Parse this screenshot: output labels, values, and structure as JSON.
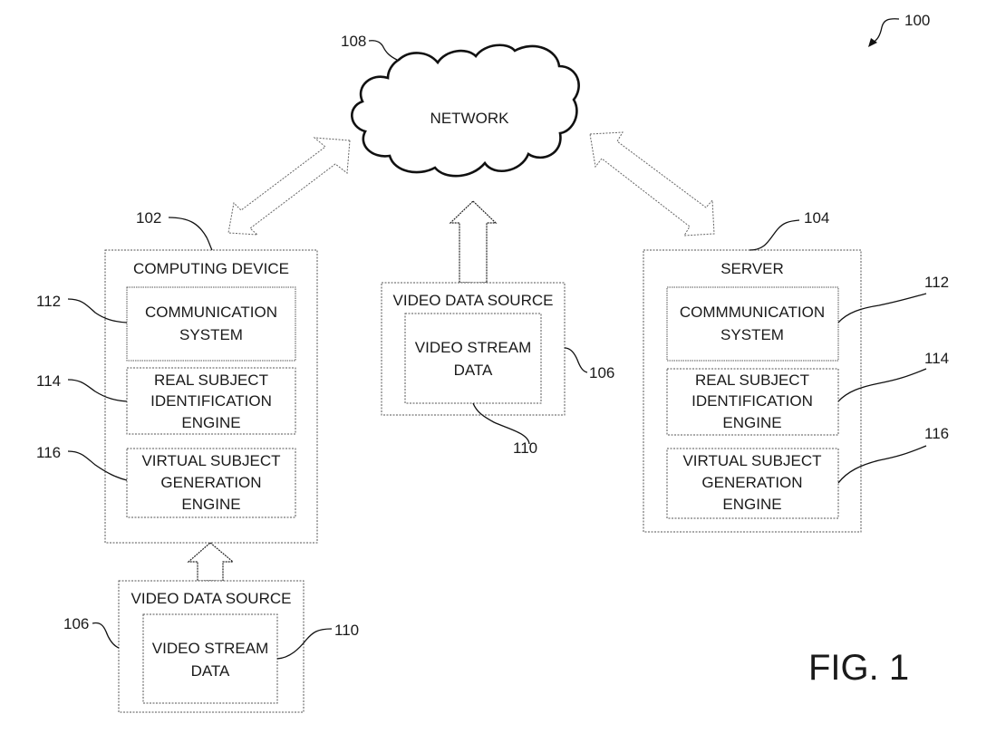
{
  "figure": {
    "ref": "100",
    "label": "FIG. 1"
  },
  "network": {
    "ref": "108",
    "label": "NETWORK"
  },
  "computing_device": {
    "ref": "102",
    "title": "COMPUTING DEVICE",
    "components": [
      {
        "ref": "112",
        "lines": [
          "COMMUNICATION",
          "SYSTEM"
        ]
      },
      {
        "ref": "114",
        "lines": [
          "REAL SUBJECT",
          "IDENTIFICATION",
          "ENGINE"
        ]
      },
      {
        "ref": "116",
        "lines": [
          "VIRTUAL SUBJECT",
          "GENERATION",
          "ENGINE"
        ]
      }
    ]
  },
  "server": {
    "ref": "104",
    "title": "SERVER",
    "components": [
      {
        "ref": "112",
        "lines": [
          "COMMMUNICATION",
          "SYSTEM"
        ]
      },
      {
        "ref": "114",
        "lines": [
          "REAL SUBJECT",
          "IDENTIFICATION",
          "ENGINE"
        ]
      },
      {
        "ref": "116",
        "lines": [
          "VIRTUAL SUBJECT",
          "GENERATION",
          "ENGINE"
        ]
      }
    ]
  },
  "video_source_center": {
    "ref": "106",
    "title": "VIDEO DATA SOURCE",
    "stream": {
      "ref": "110",
      "lines": [
        "VIDEO STREAM",
        "DATA"
      ]
    }
  },
  "video_source_bottom": {
    "ref": "106",
    "title": "VIDEO DATA SOURCE",
    "stream": {
      "ref": "110",
      "lines": [
        "VIDEO STREAM",
        "DATA"
      ]
    }
  }
}
